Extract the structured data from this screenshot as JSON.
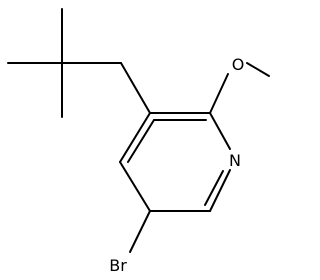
{
  "molecule": {
    "atom_labels": {
      "oxygen": "O",
      "nitrogen": "N",
      "bromine": "Br"
    },
    "colors": {
      "bond": "#000000",
      "label": "#000000",
      "background": "#ffffff"
    }
  }
}
